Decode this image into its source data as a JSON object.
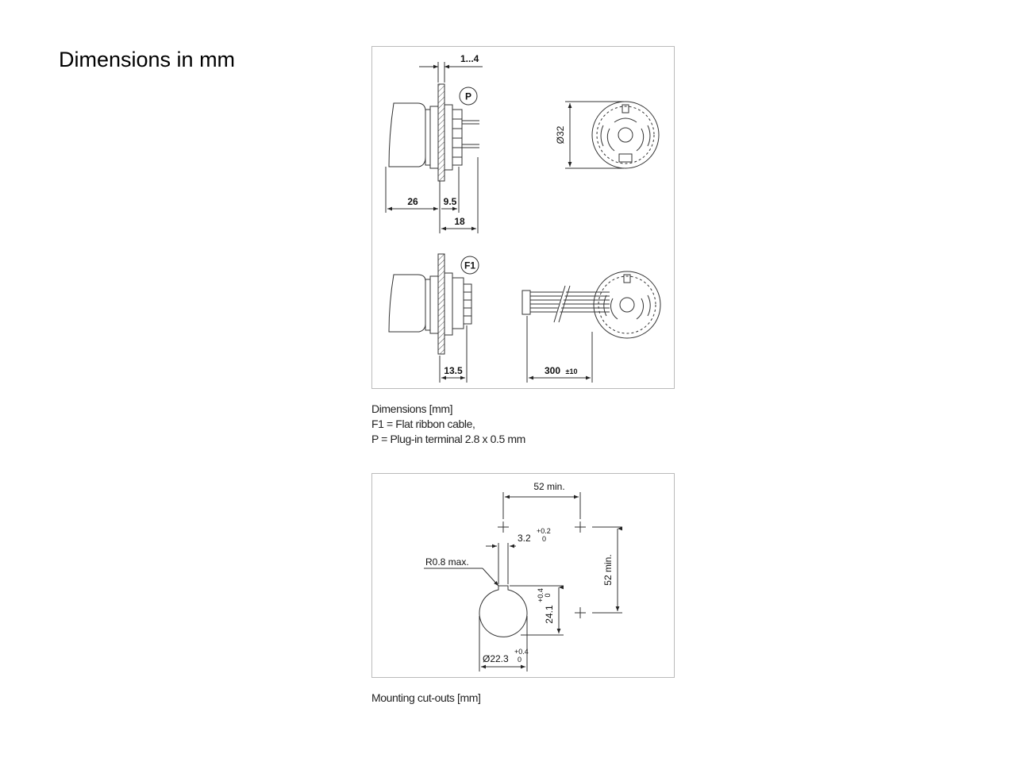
{
  "page": {
    "title": "Dimensions in mm"
  },
  "figure1": {
    "callouts": {
      "plug": "P",
      "ribbon": "F1"
    },
    "dims": {
      "panel_thickness": "1...4",
      "diameter": "Ø32",
      "d26": "26",
      "d9_5": "9.5",
      "d18": "18",
      "d13_5": "13.5",
      "d300": "300",
      "d300_tol": "±10"
    },
    "caption": [
      "Dimensions [mm]",
      "F1 = Flat ribbon cable,",
      "P = Plug-in terminal 2.8 x 0.5 mm"
    ]
  },
  "figure2": {
    "dims": {
      "spacing_h": "52 min.",
      "spacing_v": "52 min.",
      "key_width": "3.2",
      "key_tol_upper": "+0.2",
      "key_tol_lower": "0",
      "radius": "R0.8 max.",
      "height": "24.1",
      "height_tol_upper": "+0.4",
      "height_tol_lower": "0",
      "hole_diameter": "Ø22.3",
      "hole_tol_upper": "+0.4",
      "hole_tol_lower": "0"
    },
    "caption": "Mounting cut-outs [mm]"
  }
}
